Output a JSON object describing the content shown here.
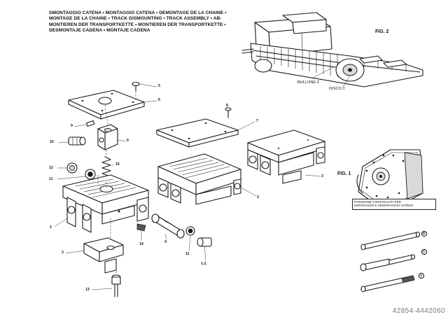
{
  "document": {
    "title_lines": [
      "SMONTAGGIO CATENA • MONTAGGIO CATENA • DEMONTAGE DE LA CHAINE •",
      "MONTAGE DE LA CHAINE • TRACK DISMOUNTING • TRACK ASSEMBLY • AB-",
      "MONTIEREN DER TRANSPORTKETTE • MONTIEREN DER TRANSPORTKETTE •",
      "DESMONTAJE CADENA • MONTAJE CADENA"
    ],
    "figures": {
      "fig2_label": "FIG. 2",
      "fig1_label": "FIG. 1",
      "bullone_label": "BULLONE Z",
      "disco_label": "DISCO C",
      "position_box_line1": "POSIZIONE CONSIGLIATA PER",
      "position_box_line2": "MONTAGGIO E SMONTAGGIO CATENA"
    },
    "part_numbers": {
      "n5a": "5",
      "n6": "6",
      "n9": "9",
      "n5b": "5",
      "n10": "10",
      "n15": "15",
      "n12": "12",
      "n11a": "11",
      "n8": "8",
      "n7": "7",
      "n3a": "3",
      "n2": "2",
      "n1": "1",
      "n3b": "3",
      "n14": "14",
      "n4": "4",
      "n11b": "11",
      "n12b": "1.2.",
      "n13": "13"
    },
    "tool_letters": {
      "b": "B",
      "c": "C",
      "a": "A"
    },
    "serial_number": "42854-4442060"
  }
}
